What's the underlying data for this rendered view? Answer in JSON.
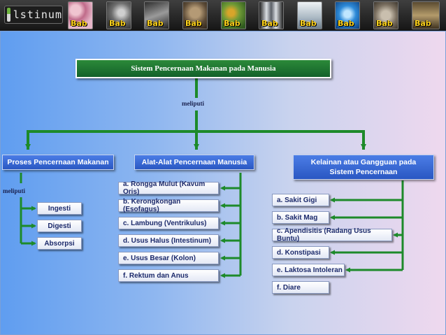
{
  "nav": {
    "logo_text": "lstinum",
    "thumbs": [
      {
        "label": "Bab",
        "color": "#d7a3b5"
      },
      {
        "label": "Bab",
        "color": "#8c8c8c"
      },
      {
        "label": "Bab",
        "color": "#5f5f5f"
      },
      {
        "label": "Bab",
        "color": "#7b6a55"
      },
      {
        "label": "Bab",
        "color": "#6a8d3f"
      },
      {
        "label": "Bab",
        "color": "#9aa2ad"
      },
      {
        "label": "Bab",
        "color": "#b9c6cf"
      },
      {
        "label": "Bab",
        "color": "#2f74b6"
      },
      {
        "label": "Bab",
        "color": "#8d8478"
      },
      {
        "label": "Bab",
        "color": "#6b5a3d"
      }
    ]
  },
  "diagram": {
    "title": "Sistem Pencernaan Makanan pada Manusia",
    "connector_label": "meliputi",
    "categories": [
      {
        "label": "Proses Pencernaan Makanan"
      },
      {
        "label": "Alat-Alat Pencernaan Manusia"
      },
      {
        "label": "Kelainan atau Gangguan pada Sistem Pencernaan"
      }
    ],
    "process_connector_label": "meliputi",
    "processes": [
      "Ingesti",
      "Digesti",
      "Absorpsi"
    ],
    "organs": [
      "a.  Rongga Mulut (Kavum Oris)",
      "b.  Kerongkongan (Esofagus)",
      "c.  Lambung (Ventrikulus)",
      "d.   Usus Halus (Intestinum)",
      "e.   Usus Besar (Kolon)",
      "f.  Rektum dan Anus"
    ],
    "disorders": [
      "a.  Sakit Gigi",
      "b.  Sakit Mag",
      "c.  Apendisitis (Radang Usus Buntu)",
      "d.   Konstipasi",
      "e.  Laktosa Intoleran",
      "f.   Diare"
    ]
  },
  "colors": {
    "arrow_green": "#1d8a2a",
    "header_green": "#1f7a32",
    "category_blue": "#3a6ad8"
  }
}
